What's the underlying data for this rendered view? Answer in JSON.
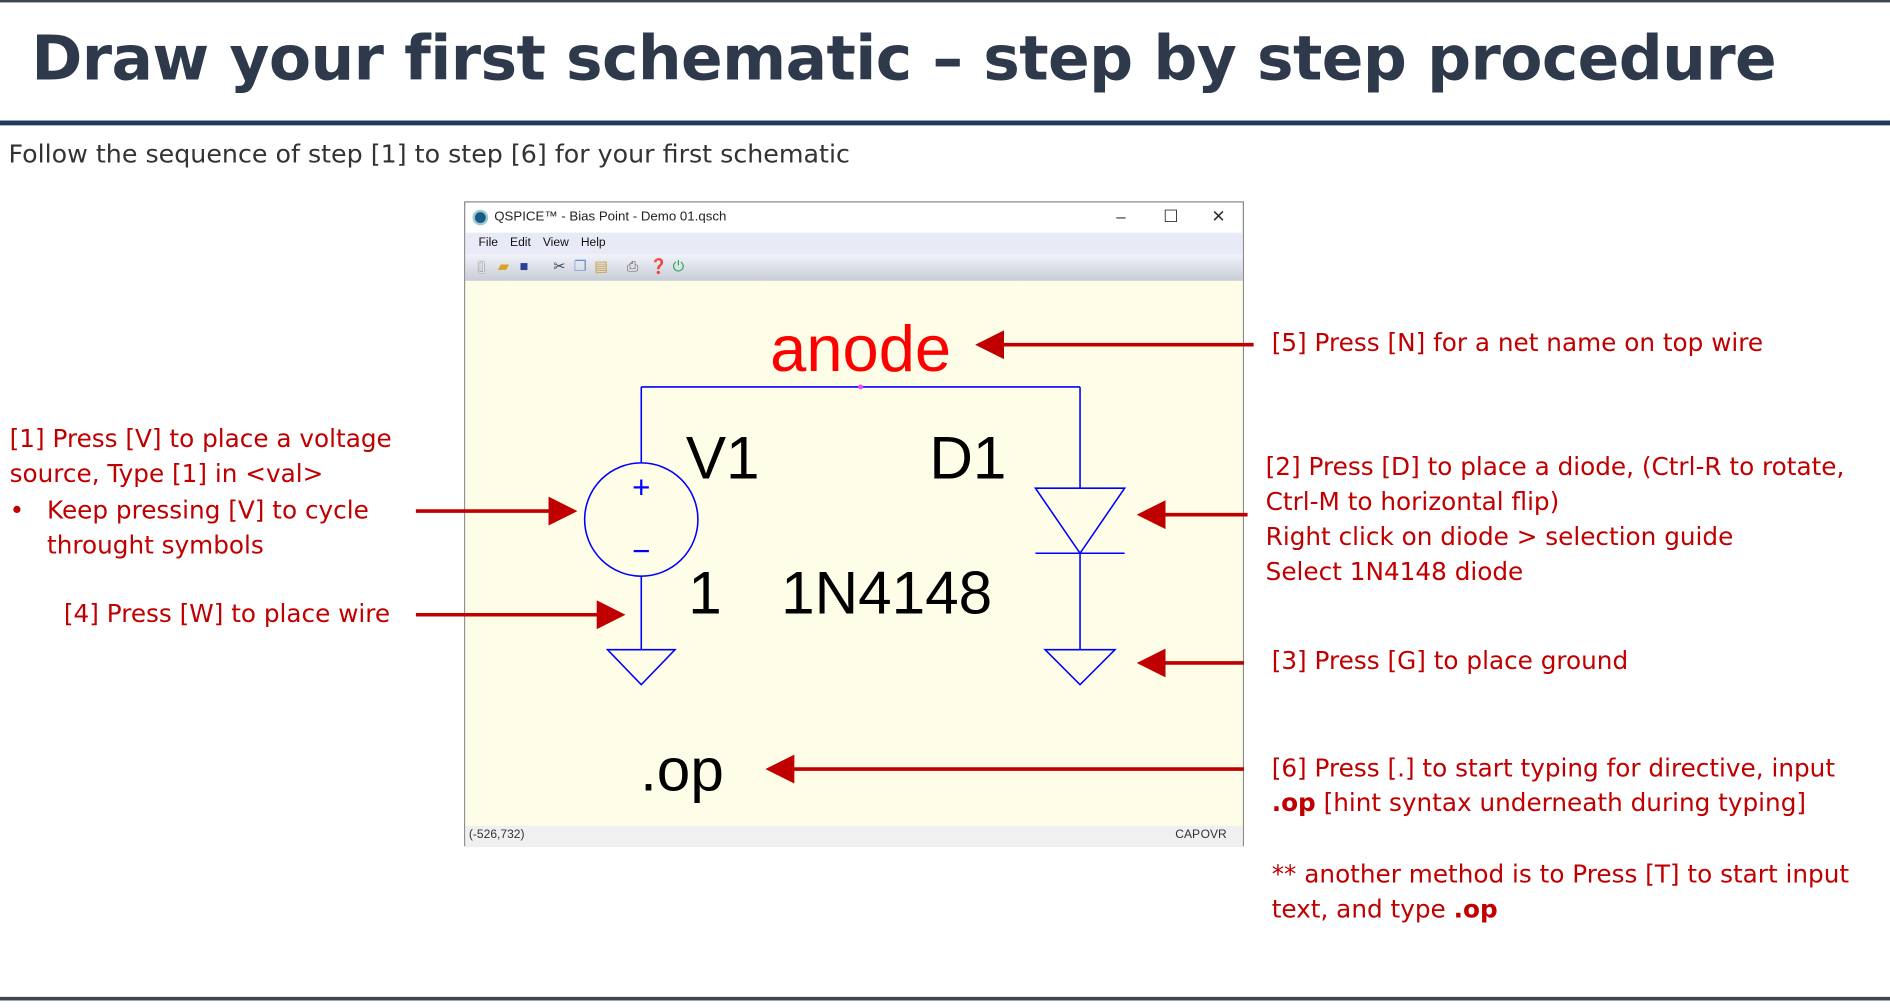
{
  "title": "Draw your first schematic – step by step procedure",
  "subtitle": "Follow the sequence of step [1] to step [6] for your first schematic",
  "window": {
    "title": "QSPICE™ - Bias Point - Demo 01.qsch",
    "menu": [
      "File",
      "Edit",
      "View",
      "Help"
    ],
    "toolbar_icons": [
      "new-icon",
      "open-icon",
      "save-icon",
      "cut-icon",
      "copy-icon",
      "paste-icon",
      "print-icon",
      "help-icon",
      "run-icon"
    ],
    "status": {
      "coords": "(-526,732)",
      "cap": "CAP",
      "ovr": "OVR"
    }
  },
  "schematic": {
    "net_label": "anode",
    "v_name": "V1",
    "v_value": "1",
    "d_name": "D1",
    "d_value": "1N4148",
    "directive": ".op",
    "plus": "+",
    "minus": "−",
    "wire_color": "#0000ff",
    "net_color": "#ff0000"
  },
  "notes": {
    "step1": [
      "[1] Press [V] to place a voltage",
      "source, Type [1] in <val>"
    ],
    "step1_bullet": "•",
    "step1_sub": [
      "Keep pressing [V] to cycle",
      "throught symbols"
    ],
    "step2": [
      "[2] Press [D] to place a diode, (Ctrl-R to rotate,",
      "Ctrl-M to horizontal flip)",
      "Right click on diode > selection guide",
      "Select 1N4148 diode"
    ],
    "step3": "[3] Press [G] to place ground",
    "step4": "[4] Press [W] to place wire",
    "step5": "[5] Press [N] for a net name on top wire",
    "step6_a": "[6] Press [.] to start typing for directive, input",
    "step6_b_bold": ".op",
    "step6_b": " [hint syntax underneath during typing]",
    "alt_a": "** another method is to Press [T] to start input",
    "alt_b": "text, and type ",
    "alt_b_bold": ".op"
  },
  "colors": {
    "annotation": "#c00000",
    "title": "#2e3a4b",
    "rule": "#1f3b5a"
  }
}
